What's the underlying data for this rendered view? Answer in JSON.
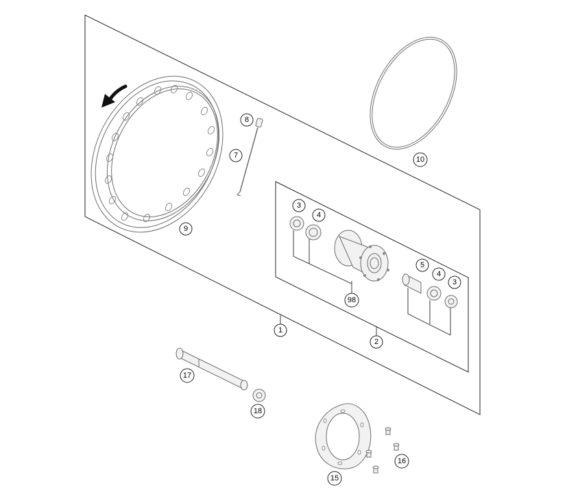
{
  "callouts": {
    "c1": "1",
    "c2": "2",
    "c3a": "3",
    "c3b": "3",
    "c4a": "4",
    "c4b": "4",
    "c5": "5",
    "c7": "7",
    "c8": "8",
    "c9": "9",
    "c10": "10",
    "c15": "15",
    "c16": "16",
    "c17": "17",
    "c18": "18",
    "c98": "98"
  },
  "icons": {
    "direction_arrow": "rotation-direction-arrow-icon"
  }
}
